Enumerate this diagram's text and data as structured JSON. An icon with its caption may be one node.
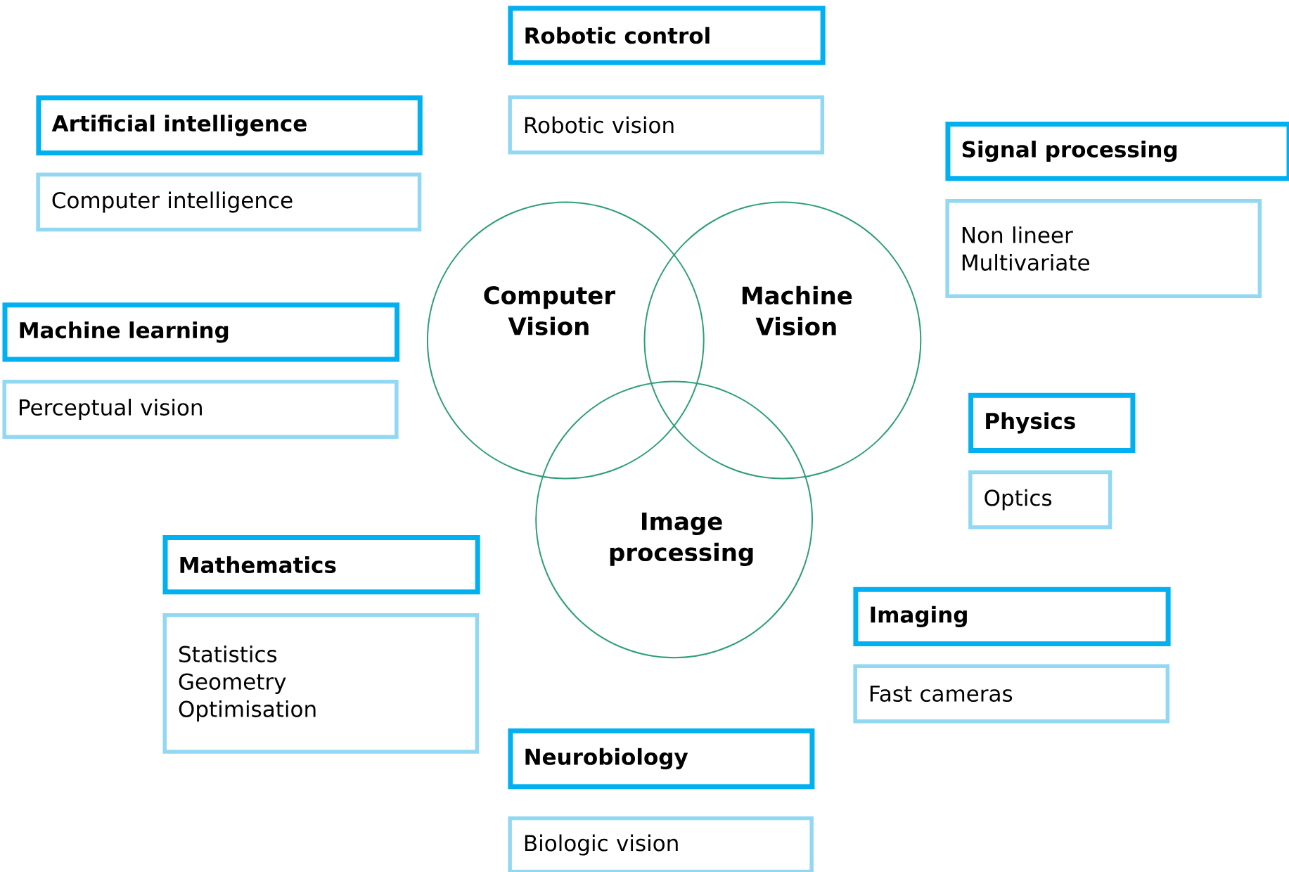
{
  "diagram": {
    "nodes": [
      {
        "text": [
          "Robotic control"
        ]
      },
      {
        "text": [
          "Robotic vision"
        ]
      },
      {
        "text": [
          "Artificial intelligence"
        ]
      },
      {
        "text": [
          "Computer intelligence"
        ]
      },
      {
        "text": [
          "Signal processing"
        ]
      },
      {
        "text": [
          "Non lineer",
          "Multivariate"
        ]
      },
      {
        "text": [
          "Computer Vision"
        ]
      },
      {
        "text": [
          "Machine Vision"
        ]
      },
      {
        "text": [
          "Machine learning"
        ]
      },
      {
        "text": [
          "Perceptual vision"
        ]
      },
      {
        "text": [
          "Physics"
        ]
      },
      {
        "text": [
          "Optics"
        ]
      },
      {
        "text": [
          "Image processing"
        ]
      },
      {
        "text": [
          "Mathematics"
        ]
      },
      {
        "text": [
          "Statistics",
          "Geometry",
          "Optimisation"
        ]
      },
      {
        "text": [
          "Imaging"
        ]
      },
      {
        "text": [
          "Fast cameras"
        ]
      },
      {
        "text": [
          "Neurobiology"
        ]
      },
      {
        "text": [
          "Biologic vision"
        ]
      }
    ],
    "edges": []
  }
}
